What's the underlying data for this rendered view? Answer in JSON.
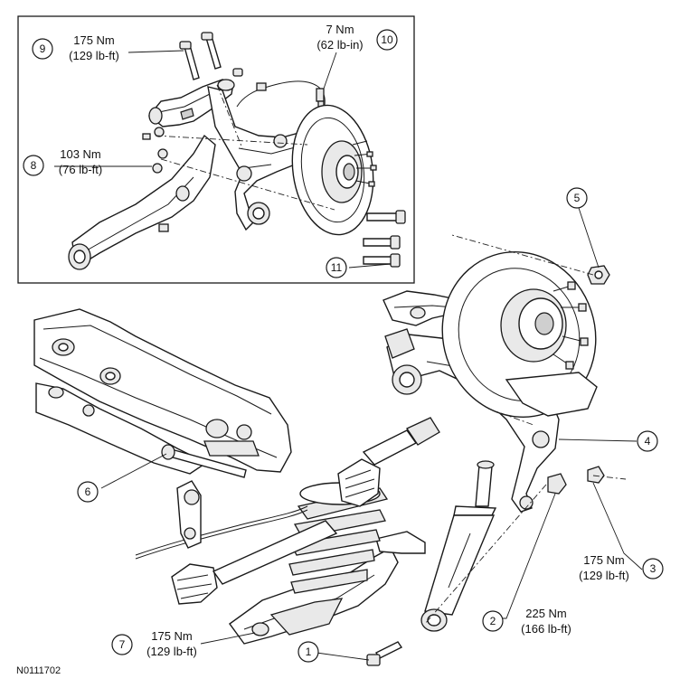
{
  "figure_id": "N0111702",
  "callouts": [
    {
      "num": "1",
      "torque_nm": "",
      "torque_imp": ""
    },
    {
      "num": "2",
      "torque_nm": "225 Nm",
      "torque_imp": "(166 lb-ft)"
    },
    {
      "num": "3",
      "torque_nm": "175 Nm",
      "torque_imp": "(129 lb-ft)"
    },
    {
      "num": "4",
      "torque_nm": "",
      "torque_imp": ""
    },
    {
      "num": "5",
      "torque_nm": "",
      "torque_imp": ""
    },
    {
      "num": "6",
      "torque_nm": "",
      "torque_imp": ""
    },
    {
      "num": "7",
      "torque_nm": "175 Nm",
      "torque_imp": "(129 lb-ft)"
    },
    {
      "num": "8",
      "torque_nm": "103 Nm",
      "torque_imp": "(76 lb-ft)"
    },
    {
      "num": "9",
      "torque_nm": "175 Nm",
      "torque_imp": "(129 lb-ft)"
    },
    {
      "num": "10",
      "torque_nm": "7 Nm",
      "torque_imp": "(62 lb-in)"
    },
    {
      "num": "11",
      "torque_nm": "",
      "torque_imp": ""
    }
  ]
}
